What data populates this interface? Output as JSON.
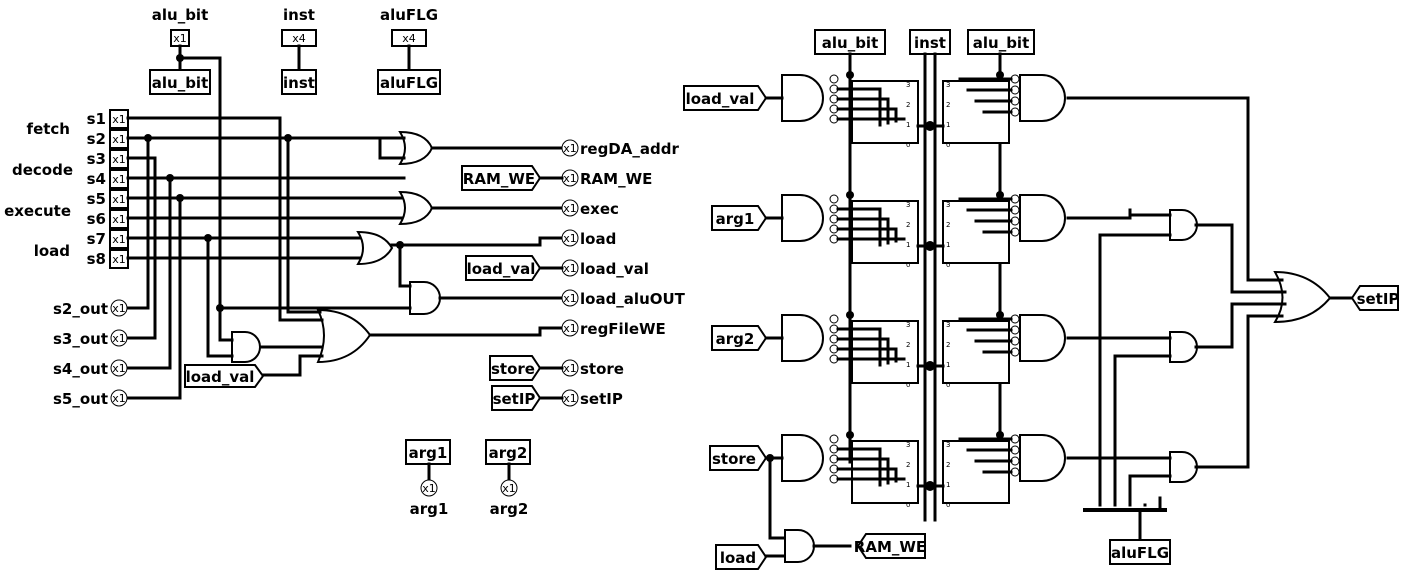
{
  "top_tunnels": {
    "alu_bit": {
      "label": "alu_bit",
      "width": "x1"
    },
    "inst": {
      "label": "inst",
      "width": "x4"
    },
    "aluFLG": {
      "label": "aluFLG",
      "width": "x4"
    }
  },
  "state_groups": [
    "fetch",
    "decode",
    "execute",
    "load"
  ],
  "state_pins": [
    "s1",
    "s2",
    "s3",
    "s4",
    "s5",
    "s6",
    "s7",
    "s8"
  ],
  "pin_width": "x1",
  "left_outputs": [
    "s2_out",
    "s3_out",
    "s4_out",
    "s5_out"
  ],
  "right_outputs": [
    "regDA_addr",
    "RAM_WE",
    "exec",
    "load",
    "load_val",
    "load_aluOUT",
    "regFileWE",
    "store",
    "setIP"
  ],
  "source_tunnels": {
    "RAM_WE": "RAM_WE",
    "load_val": "load_val",
    "store": "store",
    "setIP": "setIP",
    "load_val_gate": "load_val"
  },
  "arg_tunnels": [
    "arg1",
    "arg2"
  ],
  "decoder": {
    "top_tunnels": [
      "alu_bit",
      "inst",
      "alu_bit"
    ],
    "row_inputs": [
      "load_val",
      "arg1",
      "arg2",
      "store"
    ],
    "bit_index_labels": [
      "3",
      "2",
      "1",
      "0"
    ],
    "bottom_input": "load",
    "bottom_output": "RAM_WE",
    "flag_tunnel": "aluFLG",
    "output": "setIP"
  }
}
